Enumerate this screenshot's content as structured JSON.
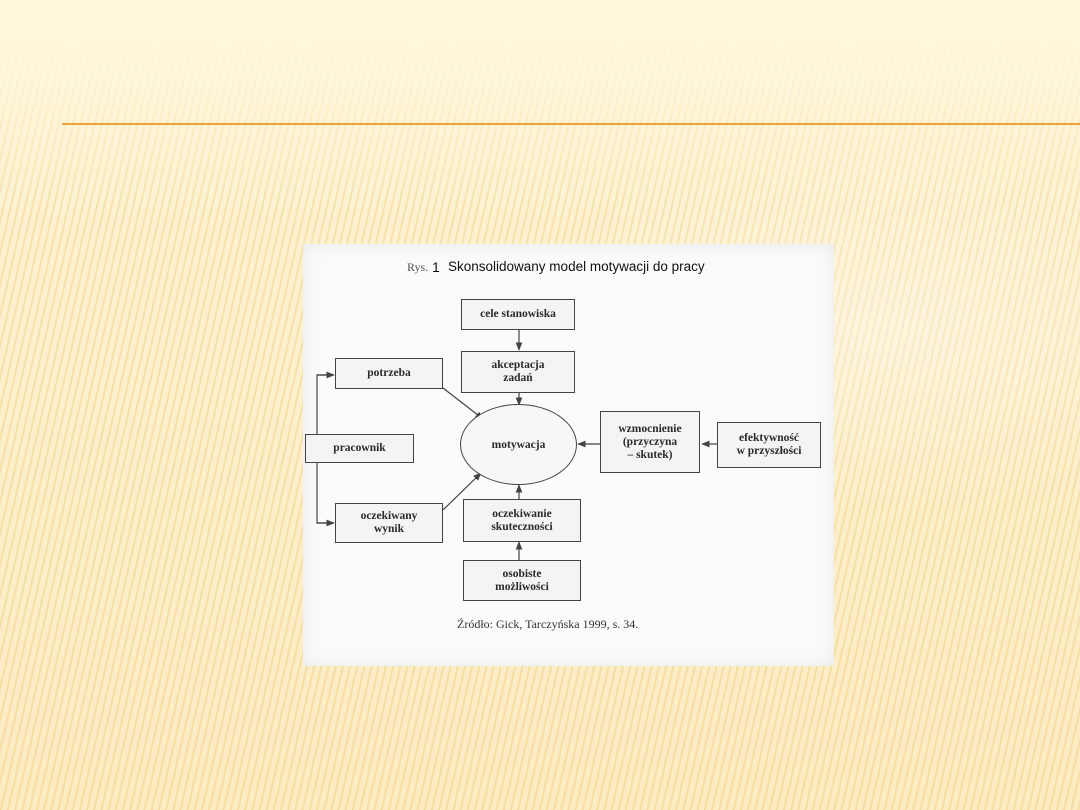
{
  "figure": {
    "title_prefix": "Rys.",
    "title_number": "1",
    "title": "Skonsolidowany model motywacji do pracy",
    "source": "Źródło: Gick, Tarczyńska 1999, s. 34."
  },
  "nodes": {
    "cele_stanowiska": "cele stanowiska",
    "akceptacja_zadan": "akceptacja\nzadań",
    "potrzeba": "potrzeba",
    "pracownik": "pracownik",
    "motywacja": "motywacja",
    "wzmocnienie": "wzmocnienie\n(przyczyna\n– skutek)",
    "efektywnosc": "efektywność\nw przyszłości",
    "oczekiwany_wynik": "oczekiwany\nwynik",
    "oczekiwanie_skutecznosci": "oczekiwanie\nskuteczności",
    "osobiste_mozliwosci": "osobiste\nmożliwości"
  },
  "colors": {
    "background": "#fef3d2",
    "stripe": "#eed082",
    "accent_rule": "#e8a33a",
    "figure_bg": "#fbfbfa",
    "line": "#444444"
  }
}
